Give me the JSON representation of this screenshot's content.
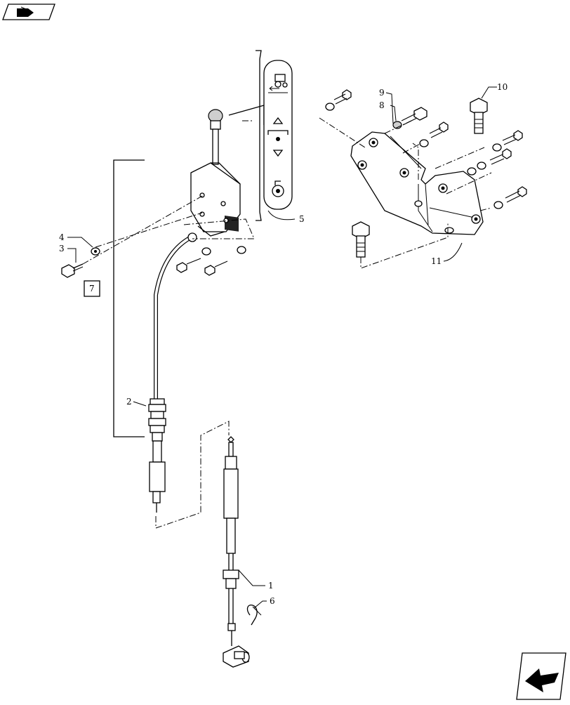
{
  "callouts": {
    "c1": "1",
    "c2": "2",
    "c3": "3",
    "c4": "4",
    "c5": "5",
    "c6": "6",
    "c7": "7",
    "c8": "8",
    "c9": "9",
    "c10": "10",
    "c11": "11"
  },
  "icons": {
    "top_left": "book-with-arrow-icon",
    "bottom_right": "next-page-arrow-icon"
  }
}
